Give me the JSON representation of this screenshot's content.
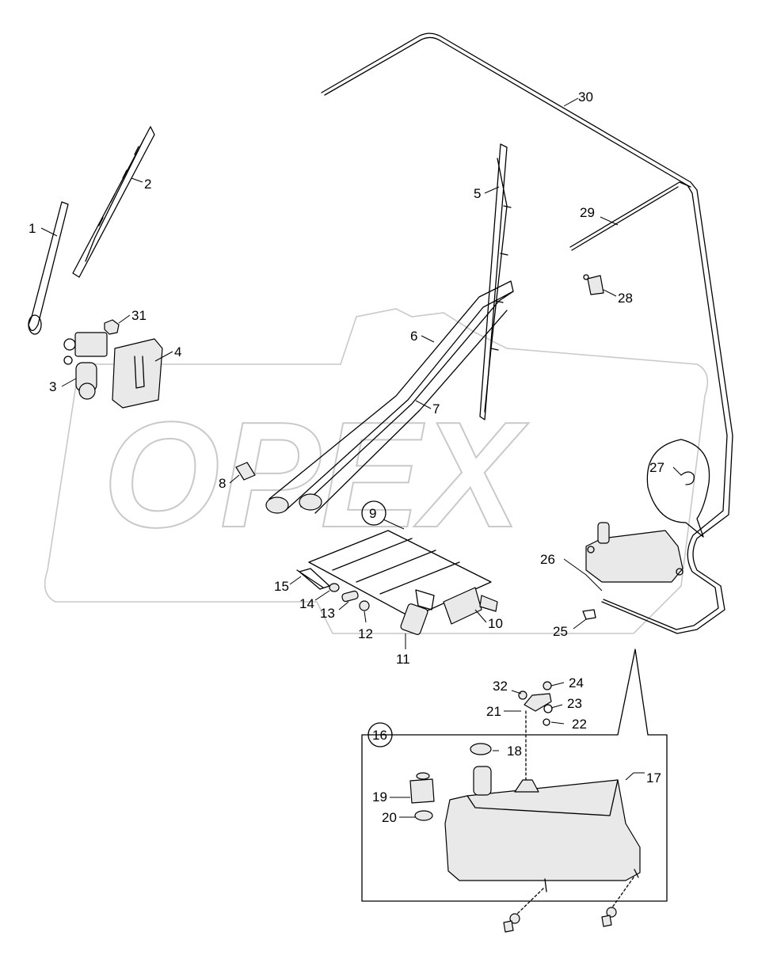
{
  "watermark": "OPEX",
  "callouts": [
    {
      "id": "1",
      "text": "1"
    },
    {
      "id": "2",
      "text": "2"
    },
    {
      "id": "3",
      "text": "3"
    },
    {
      "id": "4",
      "text": "4"
    },
    {
      "id": "5",
      "text": "5"
    },
    {
      "id": "6",
      "text": "6"
    },
    {
      "id": "7",
      "text": "7"
    },
    {
      "id": "8",
      "text": "8"
    },
    {
      "id": "9",
      "text": "9"
    },
    {
      "id": "10",
      "text": "10"
    },
    {
      "id": "11",
      "text": "11"
    },
    {
      "id": "12",
      "text": "12"
    },
    {
      "id": "13",
      "text": "13"
    },
    {
      "id": "14",
      "text": "14"
    },
    {
      "id": "15",
      "text": "15"
    },
    {
      "id": "16",
      "text": "16"
    },
    {
      "id": "17",
      "text": "17"
    },
    {
      "id": "18",
      "text": "18"
    },
    {
      "id": "19",
      "text": "19"
    },
    {
      "id": "20",
      "text": "20"
    },
    {
      "id": "21",
      "text": "21"
    },
    {
      "id": "22",
      "text": "22"
    },
    {
      "id": "23",
      "text": "23"
    },
    {
      "id": "24",
      "text": "24"
    },
    {
      "id": "25",
      "text": "25"
    },
    {
      "id": "26",
      "text": "26"
    },
    {
      "id": "27",
      "text": "27"
    },
    {
      "id": "28",
      "text": "28"
    },
    {
      "id": "29",
      "text": "29"
    },
    {
      "id": "30",
      "text": "30"
    },
    {
      "id": "31",
      "text": "31"
    },
    {
      "id": "32",
      "text": "32"
    }
  ]
}
